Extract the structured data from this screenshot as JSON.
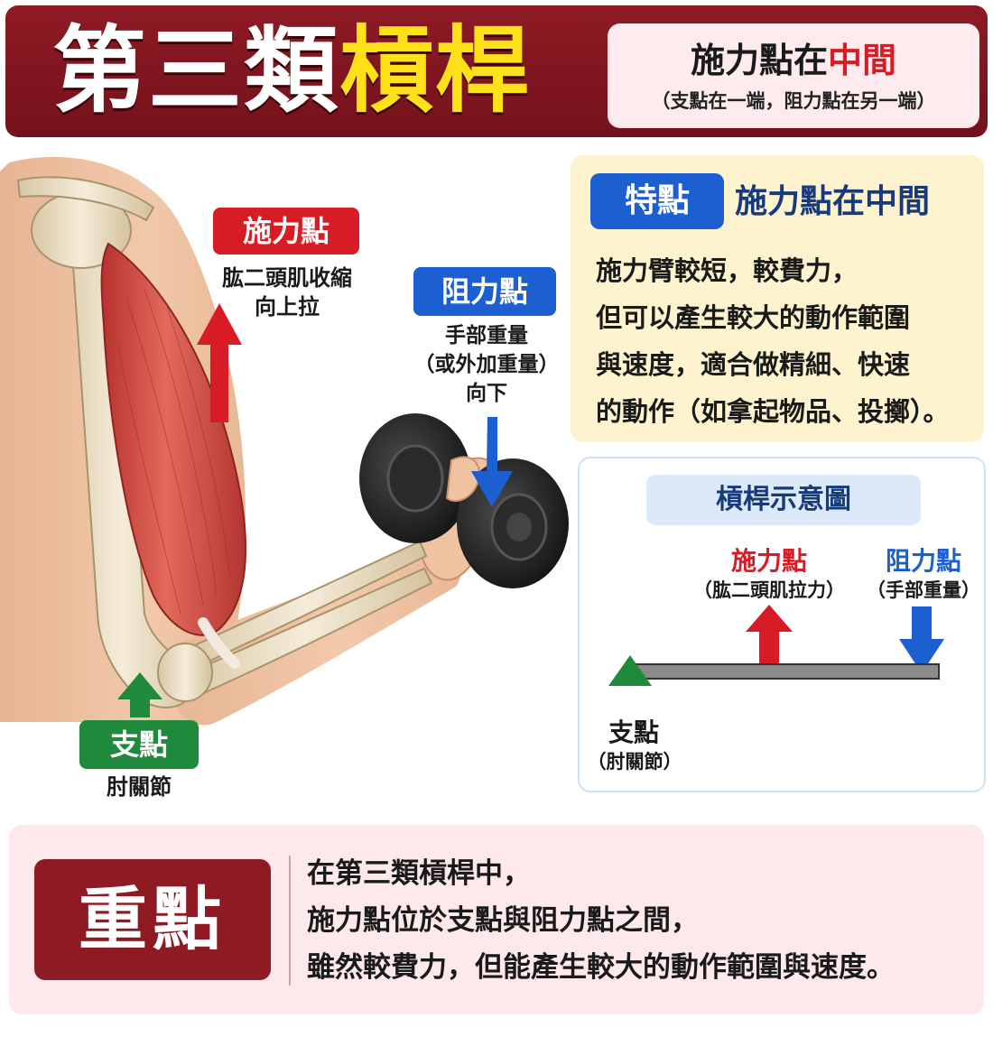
{
  "header": {
    "title_part1": "第三類",
    "title_part2": "槓桿",
    "subtitle_pre": "施力點在",
    "subtitle_highlight": "中間",
    "subtitle_note": "（支點在一端，阻力點在另一端）"
  },
  "illustration": {
    "effort": {
      "label": "施力點",
      "desc1": "肱二頭肌收縮",
      "desc2": "向上拉"
    },
    "resistance": {
      "label": "阻力點",
      "desc1": "手部重量",
      "desc2": "（或外加重量）",
      "desc3": "向下"
    },
    "fulcrum": {
      "label": "支點",
      "desc": "肘關節"
    }
  },
  "features": {
    "tag": "特點",
    "heading": "施力點在中間",
    "lines": [
      "施力臂較短，較費力，",
      "但可以產生較大的動作範圍",
      "與速度，適合做精細、快速",
      "的動作（如拿起物品、投擲）。"
    ]
  },
  "lever_diagram": {
    "title": "槓桿示意圖",
    "effort_label": "施力點",
    "effort_note": "（肱二頭肌拉力）",
    "resistance_label": "阻力點",
    "resistance_note": "（手部重量）",
    "fulcrum_label": "支點",
    "fulcrum_note": "（肘關節）"
  },
  "keypoint": {
    "tag": "重點",
    "lines": [
      "在第三類槓桿中，",
      "施力點位於支點與阻力點之間，",
      "雖然較費力，但能產生較大的動作範圍與速度。"
    ]
  },
  "colors": {
    "header_bg": "#8e1a24",
    "title_yellow": "#ffe11a",
    "effort_red": "#d81c25",
    "resistance_blue": "#1c5fd0",
    "fulcrum_green": "#1f8a3b",
    "features_bg": "#fdf4cf",
    "keypoint_bg": "#fde9ec"
  }
}
